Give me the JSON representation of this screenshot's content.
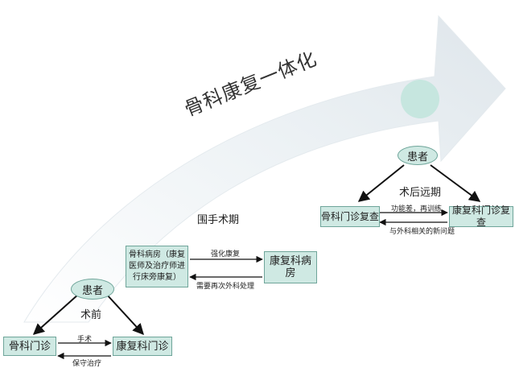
{
  "title": "骨科康复一体化",
  "stages": {
    "pre": "术前",
    "peri": "围手术期",
    "post": "术后远期"
  },
  "pre": {
    "patient": "患者",
    "ortho_clinic": "骨科门诊",
    "rehab_clinic": "康复科门诊",
    "edge_top": "手术",
    "edge_bottom": "保守治疗"
  },
  "peri": {
    "ortho_ward": "骨科病房（康复医师及治疗师进行床旁康复）",
    "rehab_ward": "康复科病房",
    "edge_top": "强化康复",
    "edge_bottom": "需要再次外科处理"
  },
  "post": {
    "patient": "患者",
    "ortho_followup": "骨科门诊复查",
    "rehab_followup": "康复科门诊复查",
    "edge_top": "功能差，再训练",
    "edge_bottom": "与外科相关的新问题"
  },
  "colors": {
    "box_fill": "#cfe9e3",
    "box_border": "#6fa59a",
    "band": "#e8eef2",
    "circle": "#c6e6df"
  }
}
